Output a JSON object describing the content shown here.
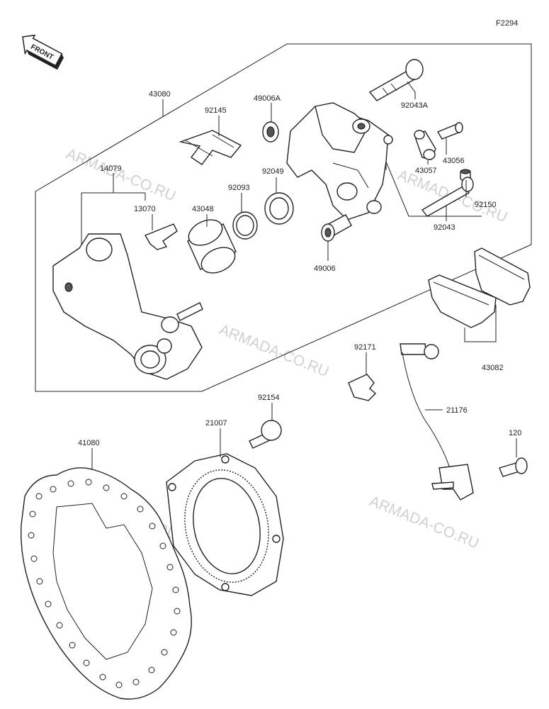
{
  "figure_code": "F2294",
  "front_label": "FRONT",
  "watermark": "ARMADA-CO.RU",
  "parts": {
    "p43080": "43080",
    "p92145": "92145",
    "p49006A": "49006A",
    "p92043A": "92043A",
    "p43056": "43056",
    "p14079": "14079",
    "p13070": "13070",
    "p43048": "43048",
    "p92093": "92093",
    "p92049": "92049",
    "p43057": "43057",
    "p92150": "92150",
    "p92043": "92043",
    "p49006": "49006",
    "p92171": "92171",
    "p43082": "43082",
    "p92154": "92154",
    "p21007": "21007",
    "p41080": "41080",
    "p21176": "21176",
    "p120": "120"
  }
}
